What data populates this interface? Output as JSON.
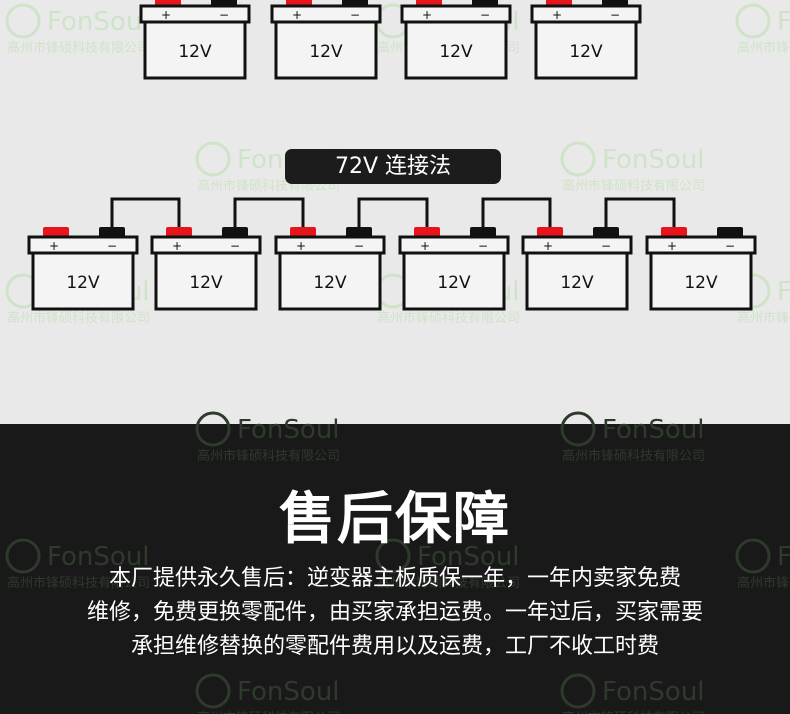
{
  "watermark": {
    "brand": "FonSoul",
    "company": "高州市锋硕科技有限公司"
  },
  "top_row": {
    "battery_label": "12V",
    "plus": "+",
    "minus": "−"
  },
  "diagram": {
    "title": "72V 连接法",
    "battery_label": "12V",
    "battery_count": 6,
    "plus": "+",
    "minus": "−"
  },
  "after_sales": {
    "title": "售后保障",
    "lines": [
      "本厂提供永久售后：逆变器主板质保一年，一年内卖家免费",
      "维修，免费更换零配件，由买家承担运费。一年过后，买家需要",
      "承担维修替换的零配件费用以及运费，工厂不收工时费"
    ]
  },
  "colors": {
    "positive_terminal": "#e8141b",
    "negative_terminal": "#111111",
    "light_bg": "#e9e9e9",
    "dark_bg": "#191919"
  }
}
